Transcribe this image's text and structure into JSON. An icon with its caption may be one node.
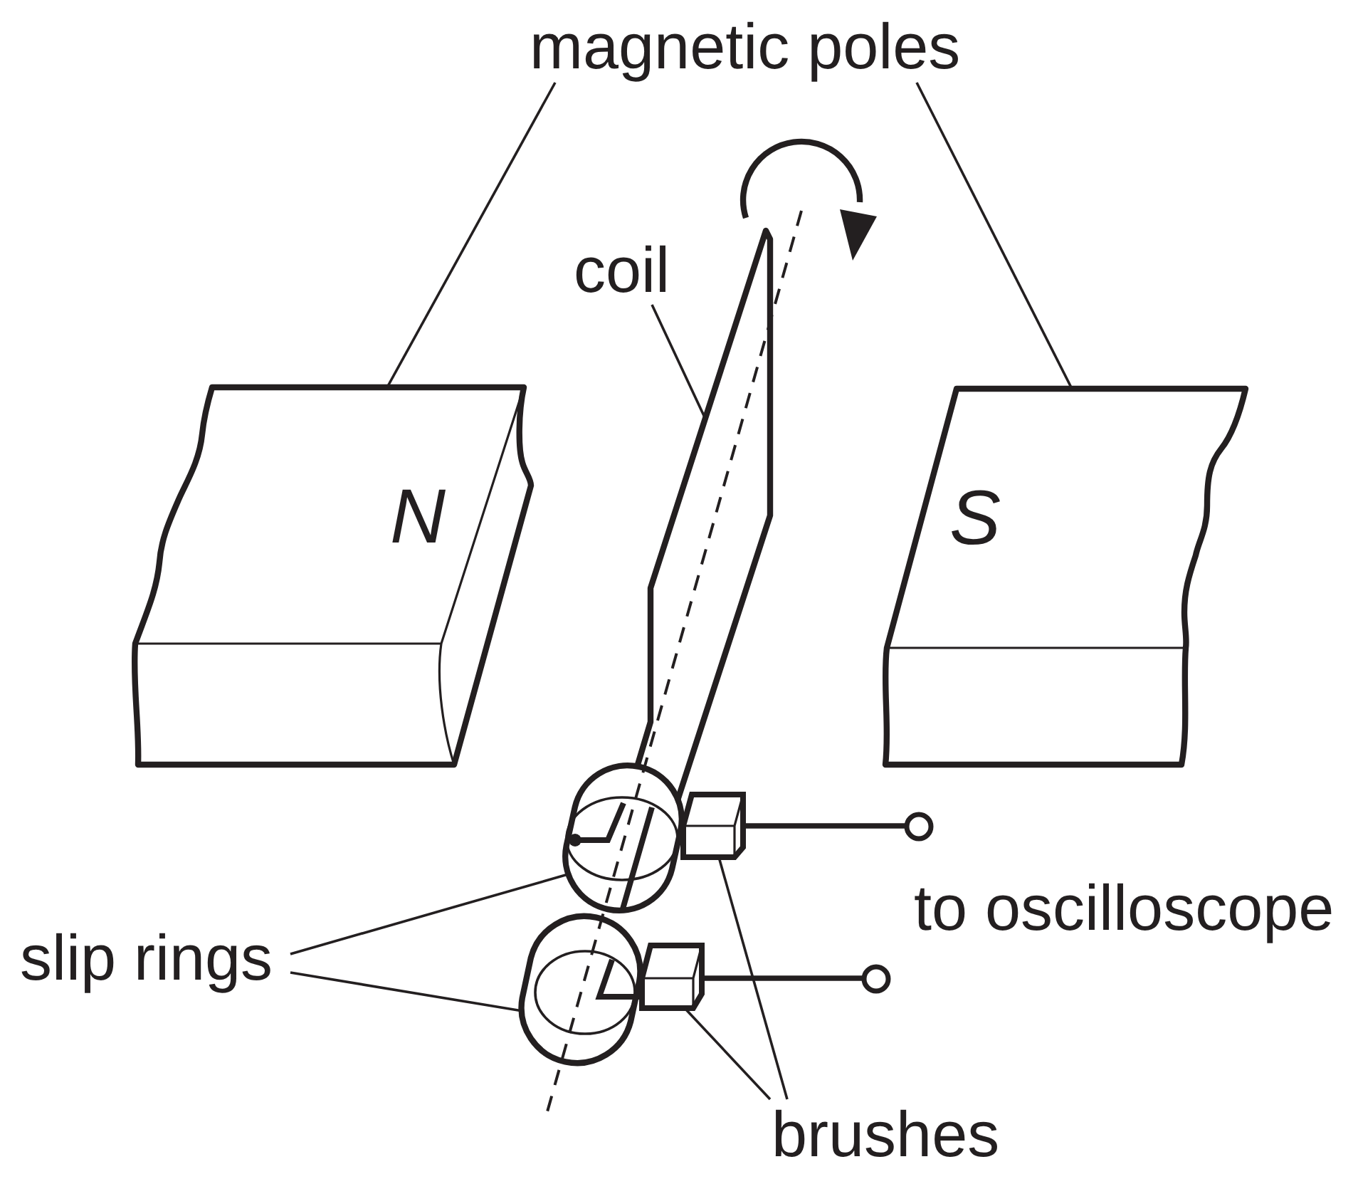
{
  "diagram": {
    "nodes": [
      {
        "text": [
          "magnetic poles"
        ]
      },
      {
        "text": [
          "N"
        ]
      },
      {
        "text": [
          "S"
        ]
      },
      {
        "text": [
          "coil"
        ]
      },
      {
        "text": [],
        "shape": "picture"
      },
      {
        "text": [
          "slip rings"
        ]
      },
      {
        "text": [],
        "shape": "cylinder"
      },
      {
        "text": [],
        "shape": "cylinder"
      },
      {
        "text": [
          "brushes"
        ]
      },
      {
        "text": [],
        "shape": "box"
      },
      {
        "text": [],
        "shape": "box"
      },
      {
        "text": [],
        "shape": "circle"
      },
      {
        "text": [],
        "shape": "circle"
      }
    ],
    "edges": [
      {
        "from": 0,
        "to": 1,
        "arrow": "none"
      },
      {
        "from": 0,
        "to": 2,
        "arrow": "none"
      },
      {
        "from": 3,
        "to": 4,
        "arrow": "none"
      },
      {
        "from": 5,
        "to": 6,
        "arrow": "none"
      },
      {
        "from": 5,
        "to": 7,
        "arrow": "none"
      },
      {
        "from": 8,
        "to": 9,
        "arrow": "none"
      },
      {
        "from": 8,
        "to": 10,
        "arrow": "none"
      },
      {
        "from": 9,
        "to": 11,
        "arrow": "none",
        "style": "thick"
      },
      {
        "from": 10,
        "to": 12,
        "arrow": "none",
        "style": "thick"
      }
    ],
    "labels": [
      "to oscilloscope"
    ]
  }
}
